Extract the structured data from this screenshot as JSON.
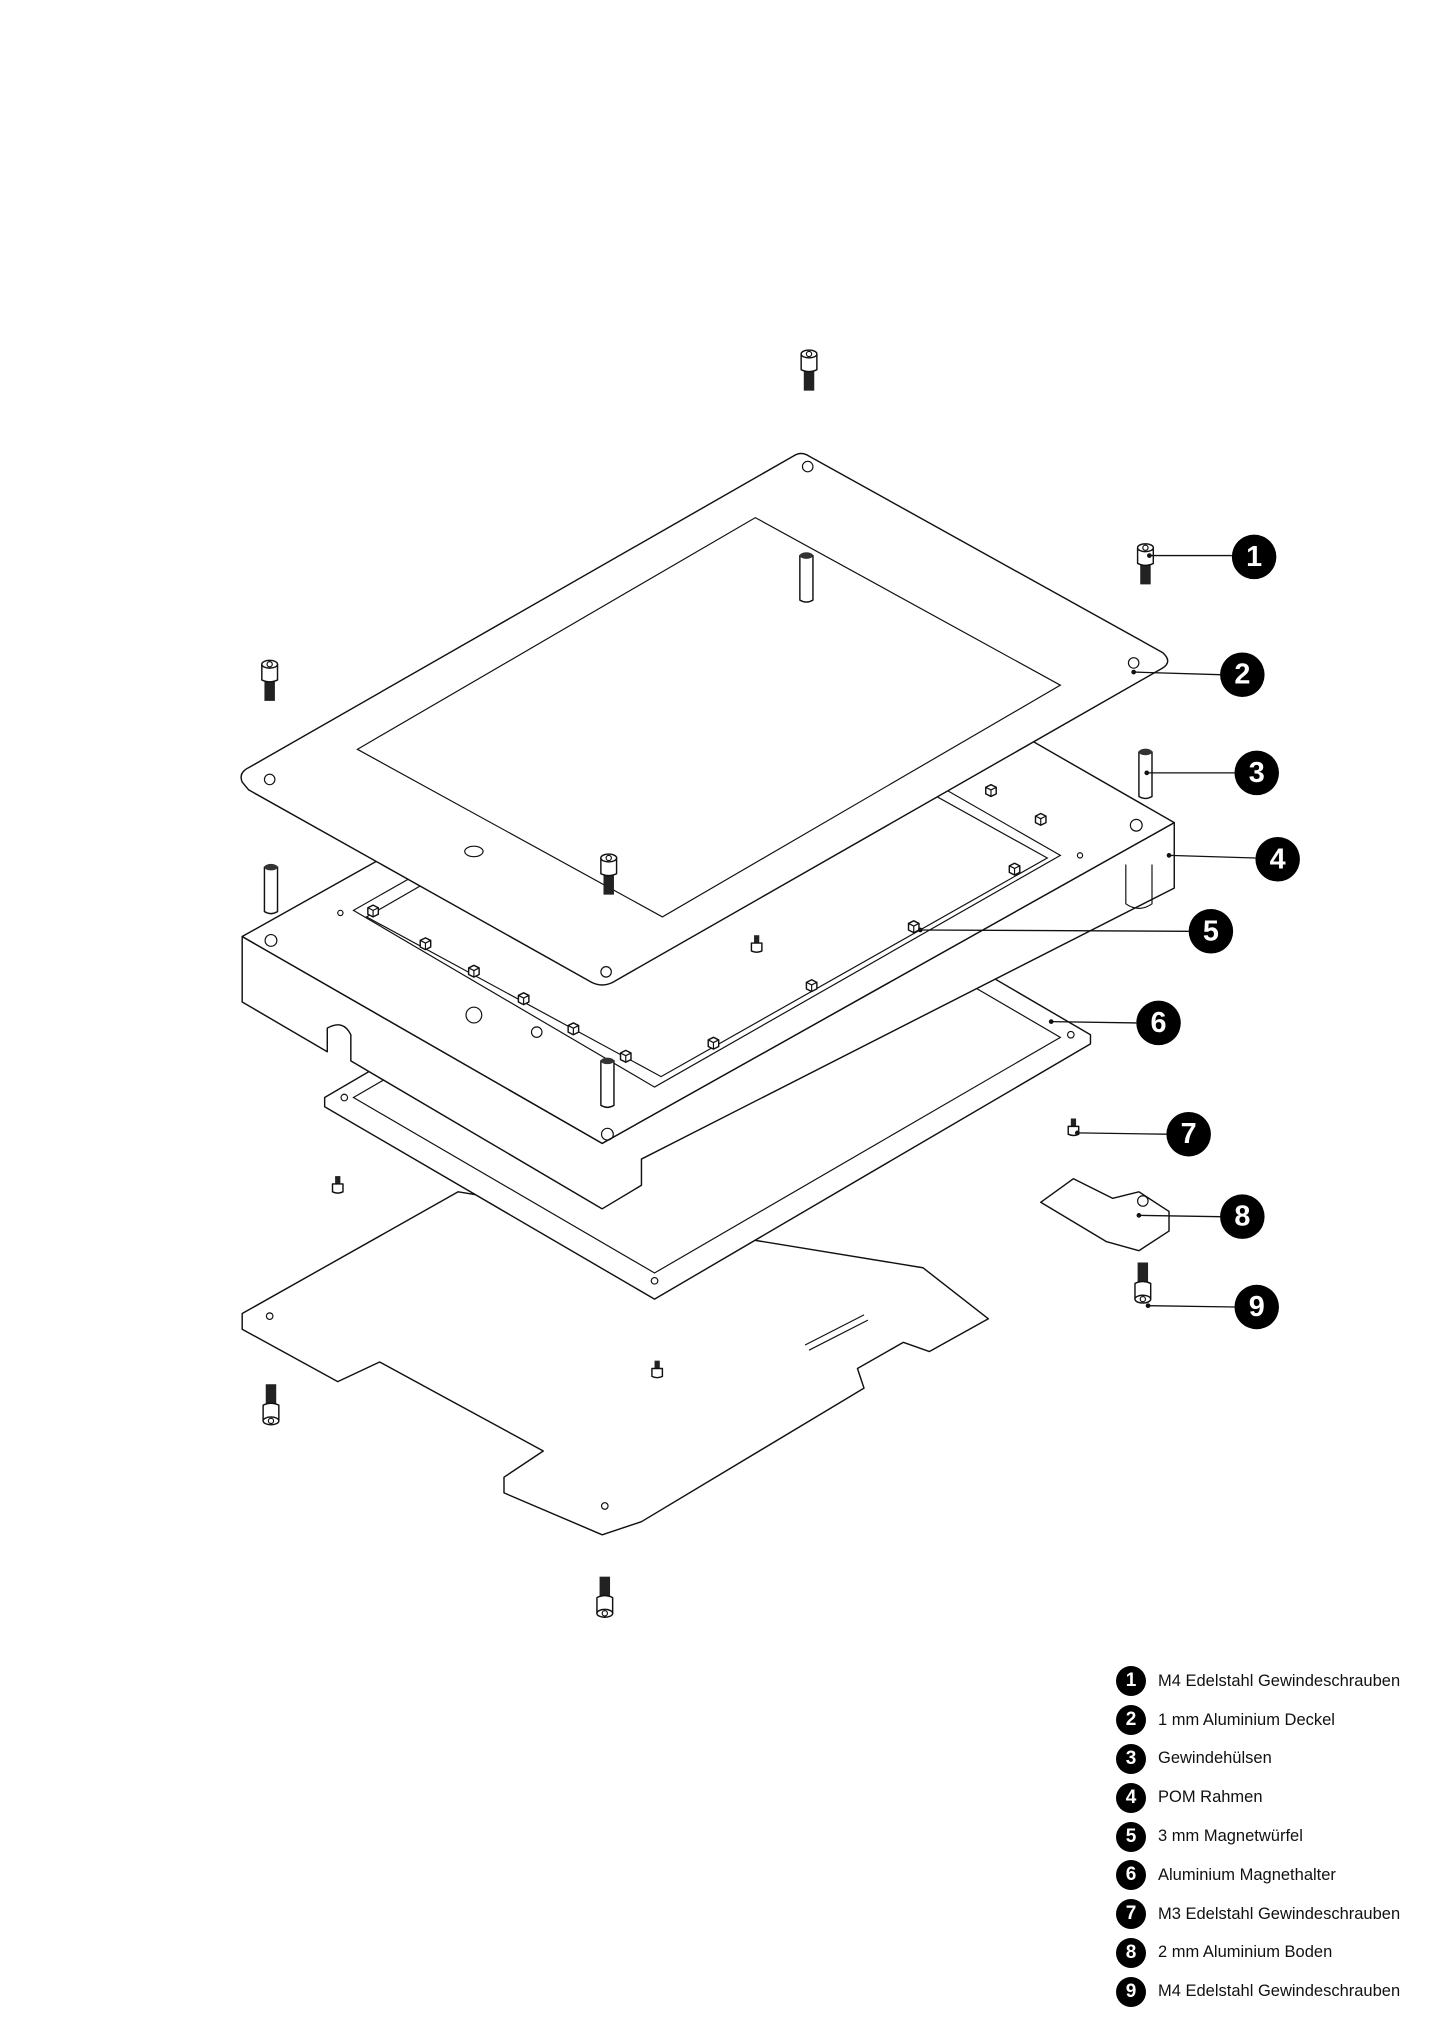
{
  "callouts": [
    "1",
    "2",
    "3",
    "4",
    "5",
    "6",
    "7",
    "8",
    "9"
  ],
  "legend": [
    {
      "num": "1",
      "label": "M4 Edelstahl Gewindeschrauben"
    },
    {
      "num": "2",
      "label": "1 mm Aluminium Deckel"
    },
    {
      "num": "3",
      "label": "Gewindehülsen"
    },
    {
      "num": "4",
      "label": "POM Rahmen"
    },
    {
      "num": "5",
      "label": "3 mm Magnetwürfel"
    },
    {
      "num": "6",
      "label": "Aluminium Magnethalter"
    },
    {
      "num": "7",
      "label": "M3 Edelstahl Gewindeschrauben"
    },
    {
      "num": "8",
      "label": "2 mm Aluminium Boden"
    },
    {
      "num": "9",
      "label": "M4 Edelstahl Gewindeschrauben"
    }
  ]
}
